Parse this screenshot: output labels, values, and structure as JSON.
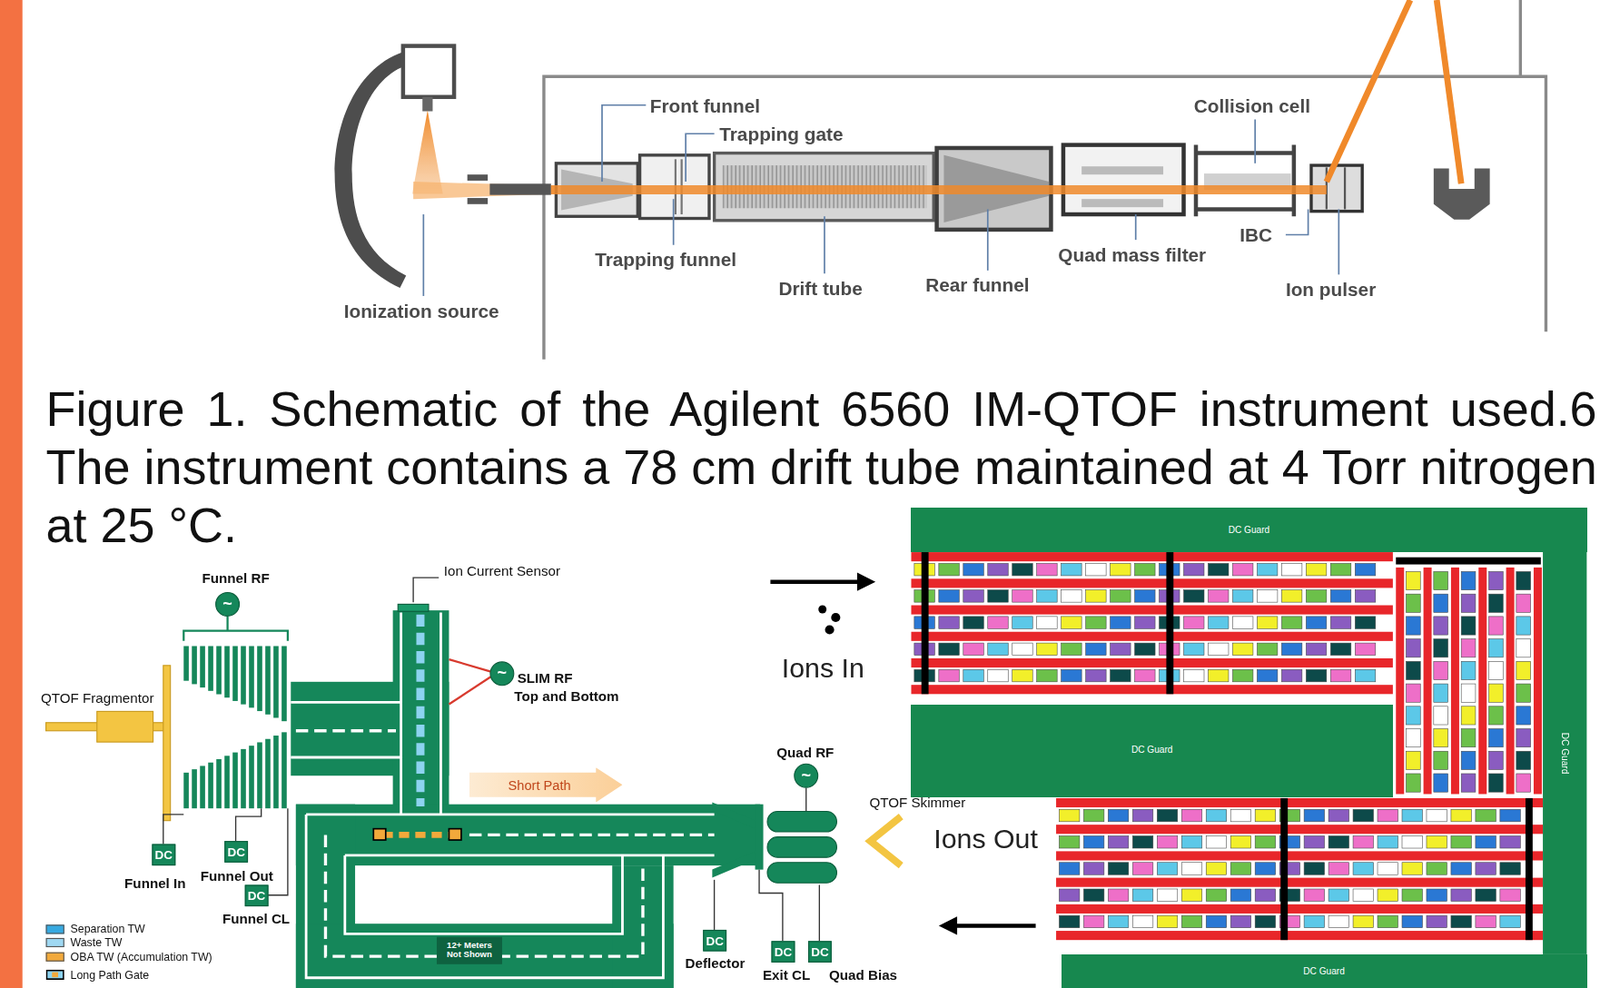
{
  "diagram": {
    "caption": "Figure 1. Schematic of the Agilent 6560 IM-QTOF instrument used.6 The instrument contains a 78 cm drift tube maintained at 4 Torr nitrogen at 25 °C.",
    "nodes": [
      {
        "text": [
          "Funnel RF",
          "~"
        ]
      },
      {
        "text": [
          "~",
          "SLIM RF",
          "Top and Bottom"
        ]
      },
      {
        "text": [
          "Short Path"
        ]
      },
      {
        "text": [
          "Quad RF",
          "~"
        ]
      },
      {
        "text": [
          "DC",
          "Funnel In"
        ]
      },
      {
        "text": [
          "DC",
          "Funnel Out"
        ]
      },
      {
        "text": [
          "DC",
          "Funnel CL"
        ]
      },
      {
        "text": [
          "12+ Meters Not Shown"
        ]
      },
      {
        "text": [
          "DC",
          "Deflector"
        ]
      },
      {
        "text": [
          "DC",
          "Exit CL"
        ]
      },
      {
        "text": [
          "DC",
          "Quad Bias"
        ]
      },
      {
        "text": [
          "DC Guard"
        ]
      },
      {
        "text": [
          "DC Guard"
        ]
      },
      {
        "text": [
          "DC Guard"
        ]
      },
      {
        "text": [
          "DC Guard"
        ]
      }
    ],
    "labels": [
      "Front funnel",
      "Trapping gate",
      "Collision cell",
      "Trapping funnel",
      "Drift tube",
      "Rear funnel",
      "Quad mass filter",
      "IBC",
      "Ion pulser",
      "Ionization source",
      "QTOF Fragmentor",
      "Ion Current Sensor",
      "Ions In",
      "QTOF Skimmer",
      "Ions Out"
    ],
    "legend": [
      {
        "text": "Separation TW",
        "color": "#36a9e1"
      },
      {
        "text": "Waste TW",
        "color": "#9fd8f2"
      },
      {
        "text": "OBA TW (Accumulation TW)",
        "color": "#f2a93b"
      },
      {
        "text": "Long Path Gate"
      }
    ]
  }
}
